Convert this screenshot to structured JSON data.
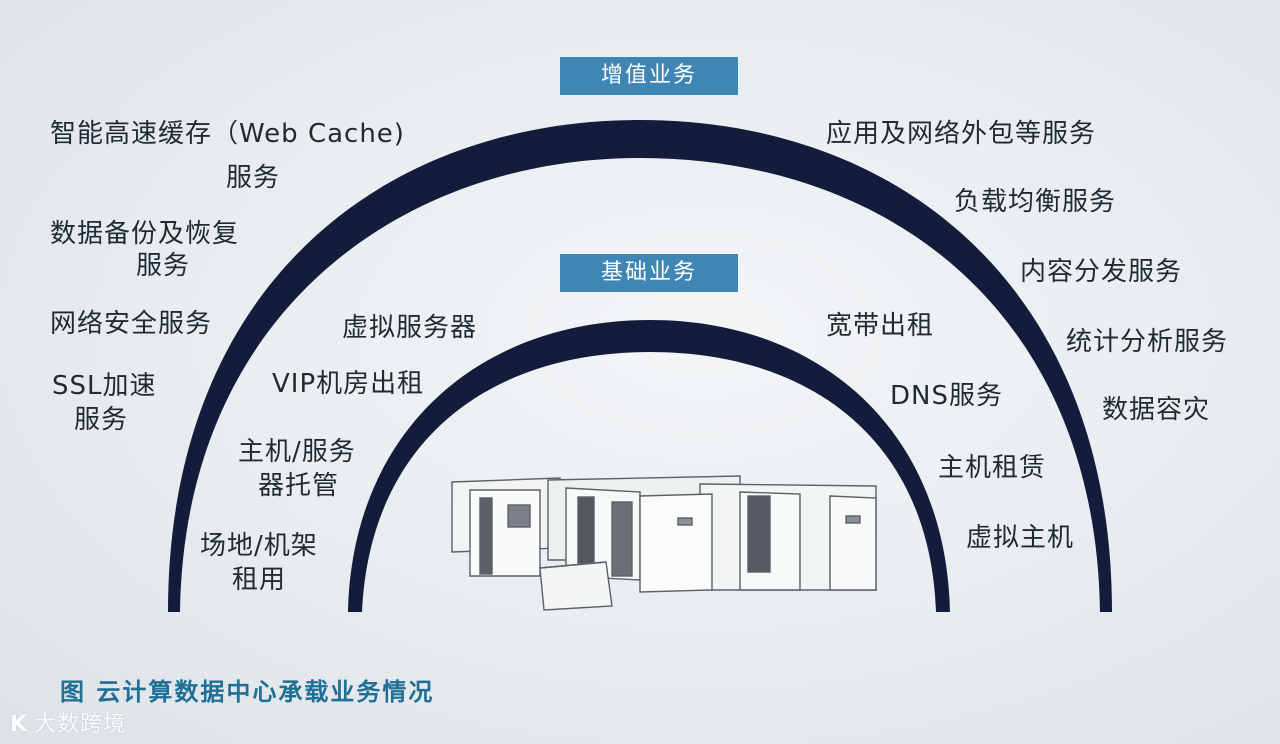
{
  "tags": {
    "value_added": "增值业务",
    "basic": "基础业务"
  },
  "value_added_left": {
    "web_cache_line1": "智能高速缓存（Web Cache)",
    "web_cache_line2": "服务",
    "backup_line1": "数据备份及恢复",
    "backup_line2": "服务",
    "security": "网络安全服务",
    "ssl_line1": "SSL加速",
    "ssl_line2": "服务"
  },
  "value_added_right": {
    "outsourcing": "应用及网络外包等服务",
    "load_balancing": "负载均衡服务",
    "content_distribution": "内容分发服务",
    "statistics": "统计分析服务",
    "disaster_recovery": "数据容灾"
  },
  "basic_left": {
    "virtual_server": "虚拟服务器",
    "vip_room": "VIP机房出租",
    "hosting_line1": "主机/服务",
    "hosting_line2": "器托管",
    "rack_line1": "场地/机架",
    "rack_line2": "租用"
  },
  "basic_right": {
    "bandwidth": "宽带出租",
    "dns": "DNS服务",
    "host_rental": "主机租赁",
    "virtual_host": "虚拟主机"
  },
  "caption": "图  云计算数据中心承载业务情况",
  "watermark": "大数跨境",
  "watermark_logo": "K",
  "colors": {
    "arc": "#141c3c",
    "tag": "#3f86b4",
    "caption": "#1f6f96"
  }
}
